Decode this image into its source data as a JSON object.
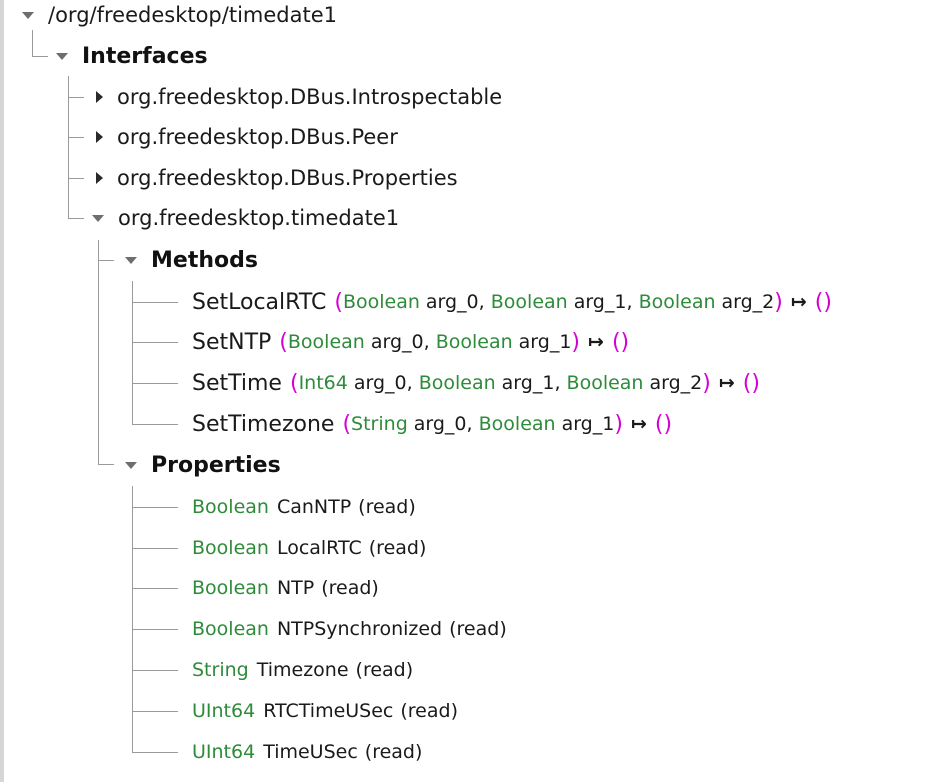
{
  "root": {
    "path": "/org/freedesktop/timedate1",
    "interfaces_label": "Interfaces",
    "interfaces": [
      {
        "name": "org.freedesktop.DBus.Introspectable",
        "expanded": false
      },
      {
        "name": "org.freedesktop.DBus.Peer",
        "expanded": false
      },
      {
        "name": "org.freedesktop.DBus.Properties",
        "expanded": false
      },
      {
        "name": "org.freedesktop.timedate1",
        "expanded": true
      }
    ],
    "methods_label": "Methods",
    "methods": [
      {
        "name": "SetLocalRTC",
        "args": [
          {
            "type": "Boolean",
            "name": "arg_0"
          },
          {
            "type": "Boolean",
            "name": "arg_1"
          },
          {
            "type": "Boolean",
            "name": "arg_2"
          }
        ]
      },
      {
        "name": "SetNTP",
        "args": [
          {
            "type": "Boolean",
            "name": "arg_0"
          },
          {
            "type": "Boolean",
            "name": "arg_1"
          }
        ]
      },
      {
        "name": "SetTime",
        "args": [
          {
            "type": "Int64",
            "name": "arg_0"
          },
          {
            "type": "Boolean",
            "name": "arg_1"
          },
          {
            "type": "Boolean",
            "name": "arg_2"
          }
        ]
      },
      {
        "name": "SetTimezone",
        "args": [
          {
            "type": "String",
            "name": "arg_0"
          },
          {
            "type": "Boolean",
            "name": "arg_1"
          }
        ]
      }
    ],
    "properties_label": "Properties",
    "properties": [
      {
        "type": "Boolean",
        "name": "CanNTP",
        "access": "(read)"
      },
      {
        "type": "Boolean",
        "name": "LocalRTC",
        "access": "(read)"
      },
      {
        "type": "Boolean",
        "name": "NTP",
        "access": "(read)"
      },
      {
        "type": "Boolean",
        "name": "NTPSynchronized",
        "access": "(read)"
      },
      {
        "type": "String",
        "name": "Timezone",
        "access": "(read)"
      },
      {
        "type": "UInt64",
        "name": "RTCTimeUSec",
        "access": "(read)"
      },
      {
        "type": "UInt64",
        "name": "TimeUSec",
        "access": "(read)"
      }
    ]
  },
  "symbols": {
    "open_paren": "(",
    "close_paren": ")",
    "arg_sep": ", ",
    "returns_arrow": "↦",
    "empty_return": "()"
  },
  "colors": {
    "type": "#2e8b3a",
    "paren": "#d400d4",
    "text": "#1a1a1a",
    "guide": "#9a9a9a"
  }
}
